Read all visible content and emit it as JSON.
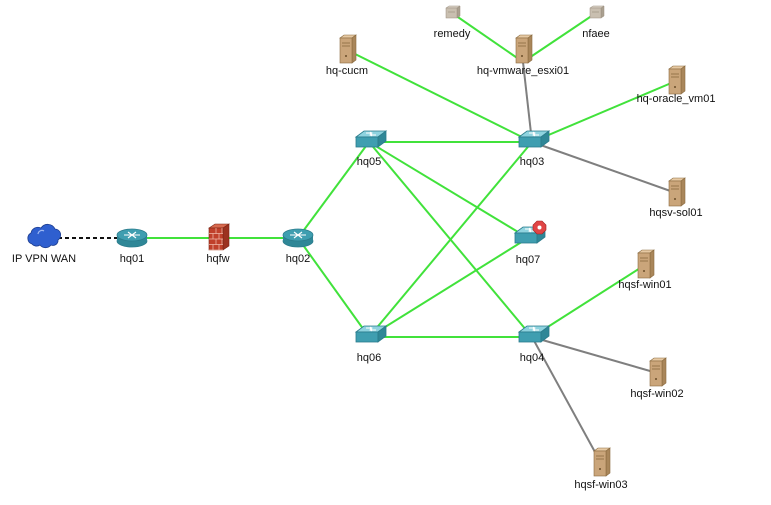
{
  "colors": {
    "link_up": "#41e23b",
    "link_other": "#7f7f7f",
    "link_vpn": "#111111",
    "device_teal": "#3f9eb0",
    "server_tan": "#caa57a",
    "vm_grey": "#c9bfb0",
    "cloud_blue": "#2f5fcf",
    "firewall_red": "#c0402a",
    "alert_red": "#e04545"
  },
  "nodes": [
    {
      "id": "wan",
      "type": "cloud",
      "label": "IP VPN WAN"
    },
    {
      "id": "hq01",
      "type": "router",
      "label": "hq01"
    },
    {
      "id": "hqfw",
      "type": "firewall",
      "label": "hqfw"
    },
    {
      "id": "hq02",
      "type": "router",
      "label": "hq02"
    },
    {
      "id": "hq05",
      "type": "switch",
      "label": "hq05"
    },
    {
      "id": "hq06",
      "type": "switch",
      "label": "hq06"
    },
    {
      "id": "hq03",
      "type": "switch",
      "label": "hq03"
    },
    {
      "id": "hq07",
      "type": "switch-alert",
      "label": "hq07"
    },
    {
      "id": "hq04",
      "type": "switch",
      "label": "hq04"
    },
    {
      "id": "cucm",
      "type": "server",
      "label": "hq-cucm"
    },
    {
      "id": "esxi",
      "type": "server",
      "label": "hq-vmware_esxi01"
    },
    {
      "id": "remedy",
      "type": "vm",
      "label": "remedy"
    },
    {
      "id": "nfaee",
      "type": "vm",
      "label": "nfaee"
    },
    {
      "id": "oracle",
      "type": "server",
      "label": "hq-oracle_vm01"
    },
    {
      "id": "sol01",
      "type": "server",
      "label": "hqsv-sol01"
    },
    {
      "id": "win01",
      "type": "server",
      "label": "hqsf-win01"
    },
    {
      "id": "win02",
      "type": "server",
      "label": "hqsf-win02"
    },
    {
      "id": "win03",
      "type": "server",
      "label": "hqsf-win03"
    }
  ],
  "links": [
    {
      "from": "wan",
      "to": "hq01",
      "style": "vpn"
    },
    {
      "from": "hq01",
      "to": "hqfw",
      "style": "up"
    },
    {
      "from": "hqfw",
      "to": "hq02",
      "style": "up"
    },
    {
      "from": "hq02",
      "to": "hq05",
      "style": "up"
    },
    {
      "from": "hq02",
      "to": "hq06",
      "style": "up"
    },
    {
      "from": "hq05",
      "to": "hq03",
      "style": "up"
    },
    {
      "from": "hq05",
      "to": "hq07",
      "style": "up"
    },
    {
      "from": "hq05",
      "to": "hq04",
      "style": "up"
    },
    {
      "from": "hq06",
      "to": "hq03",
      "style": "up"
    },
    {
      "from": "hq06",
      "to": "hq07",
      "style": "up"
    },
    {
      "from": "hq06",
      "to": "hq04",
      "style": "up"
    },
    {
      "from": "cucm",
      "to": "hq03",
      "style": "up"
    },
    {
      "from": "esxi",
      "to": "hq03",
      "style": "other"
    },
    {
      "from": "remedy",
      "to": "esxi",
      "style": "up"
    },
    {
      "from": "nfaee",
      "to": "esxi",
      "style": "up"
    },
    {
      "from": "oracle",
      "to": "hq03",
      "style": "up"
    },
    {
      "from": "sol01",
      "to": "hq03",
      "style": "other"
    },
    {
      "from": "win01",
      "to": "hq04",
      "style": "up"
    },
    {
      "from": "win02",
      "to": "hq04",
      "style": "other"
    },
    {
      "from": "win03",
      "to": "hq04",
      "style": "other"
    }
  ]
}
